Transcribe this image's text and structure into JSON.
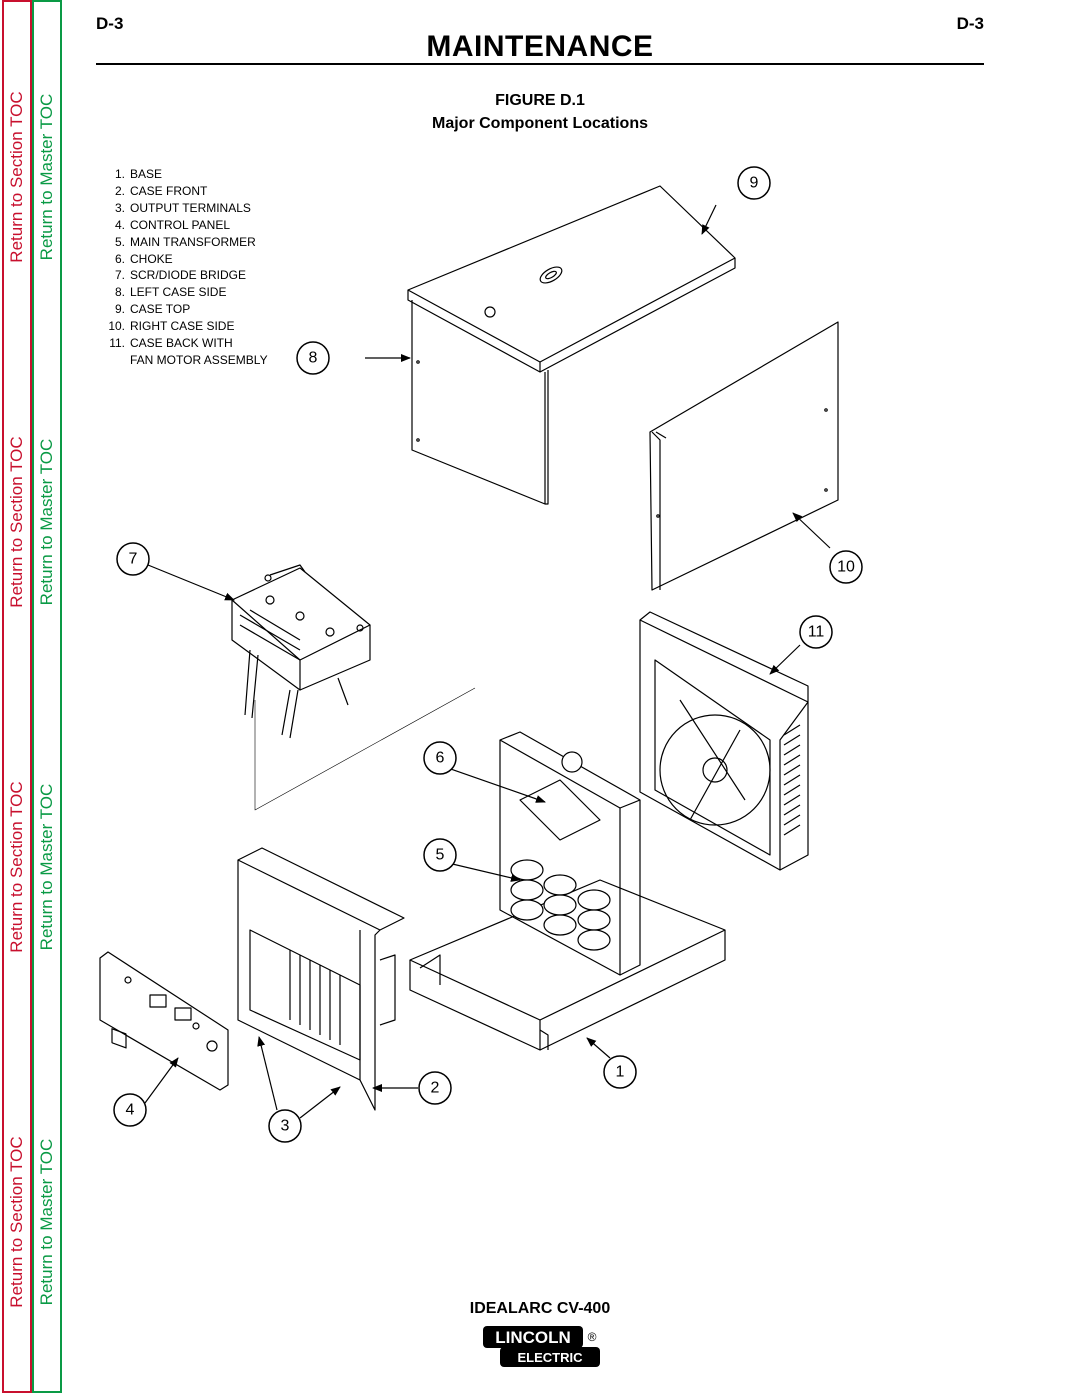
{
  "header": {
    "page_left": "D-3",
    "page_right": "D-3",
    "title": "MAINTENANCE"
  },
  "toc": {
    "section_label": "Return to Section TOC",
    "master_label": "Return to Master TOC"
  },
  "figure": {
    "title": "FIGURE D.1",
    "subtitle": "Major Component Locations"
  },
  "legend": [
    {
      "num": "1.",
      "label": "BASE"
    },
    {
      "num": "2.",
      "label": "CASE FRONT"
    },
    {
      "num": "3.",
      "label": "OUTPUT TERMINALS"
    },
    {
      "num": "4.",
      "label": "CONTROL PANEL"
    },
    {
      "num": "5.",
      "label": "MAIN TRANSFORMER"
    },
    {
      "num": "6.",
      "label": "CHOKE"
    },
    {
      "num": "7.",
      "label": "SCR/DIODE BRIDGE"
    },
    {
      "num": "8.",
      "label": "LEFT CASE SIDE"
    },
    {
      "num": "9.",
      "label": "CASE TOP"
    },
    {
      "num": "10.",
      "label": "RIGHT CASE SIDE"
    },
    {
      "num": "11.",
      "label": "CASE BACK WITH"
    },
    {
      "num": "",
      "label": "FAN MOTOR ASSEMBLY"
    }
  ],
  "callouts": [
    "1",
    "2",
    "3",
    "4",
    "5",
    "6",
    "7",
    "8",
    "9",
    "10",
    "11"
  ],
  "footer": {
    "model": "IDEALARC CV-400",
    "logo_top": "LINCOLN",
    "logo_reg": "®",
    "logo_bottom": "ELECTRIC"
  },
  "colors": {
    "section_toc": "#c8102e",
    "master_toc": "#0a9a45"
  }
}
